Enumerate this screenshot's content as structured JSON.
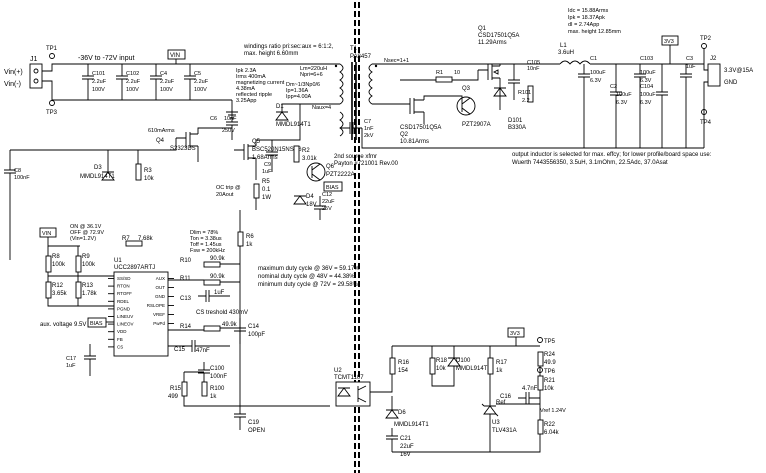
{
  "input": {
    "label": "-36V to -72V input",
    "vin_pos": "Vin(+)",
    "vin_neg": "Vin(-)",
    "j1": "J1",
    "tp1": "TP1",
    "tp3": "TP3"
  },
  "output": {
    "label": "3.3V@15A",
    "gnd": "GND",
    "j2": "J2",
    "tp2": "TP2",
    "tp4": "TP4"
  },
  "flags": {
    "vin": "VIN",
    "v3v3": "3V3",
    "bias": "BIAS"
  },
  "in_caps": [
    {
      "ref": "C101",
      "val": "2.2uF",
      "volt": "100V"
    },
    {
      "ref": "C102",
      "val": "2.2uF",
      "volt": "100V"
    },
    {
      "ref": "C4",
      "val": "2.2uF",
      "volt": "100V"
    },
    {
      "ref": "C5",
      "val": "2.2uF",
      "volt": "100V"
    }
  ],
  "transformer": {
    "ref": "T1",
    "part": "PA8457",
    "note1": "windings ratio pri:sec:aux = 6:1:2,",
    "note2": "max. height 6.60mm",
    "lm": "Lm=220uH",
    "npri": "Npri=6+6",
    "naux": "Naux=4",
    "nsec": "Nsec=1+1",
    "second": "2nd source xfmr",
    "payton": "Payton #721001 Rev.00",
    "rms": "Ip=1.36A",
    "mag": "Ipp=4.00A",
    "dm": "Dm~1/3Np0/6"
  },
  "notes_left": [
    "Ipk 2.3A",
    "Irms 400mA",
    "magnetizing current",
    "4.38mA",
    "reflected ripple",
    "3.25App"
  ],
  "q1": {
    "ref": "Q1",
    "part": "CSD17501Q5A",
    "amps": "11.29Arms"
  },
  "q2": {
    "ref": "Q2",
    "part": "CSD17501Q5A",
    "amps": "10.81Arms"
  },
  "q3": {
    "ref": "Q3",
    "part": "PZT2907A"
  },
  "q4": {
    "ref": "Q4",
    "part": "S2323DS",
    "amps": "610mArms"
  },
  "q5": {
    "ref": "Q5",
    "part": "BSC520N15NS3G",
    "amps": "1.68Arms"
  },
  "q6": {
    "ref": "Q6",
    "part": "PZT2222A"
  },
  "l1": {
    "ref": "L1",
    "val": "3.6uH"
  },
  "ind_specs": {
    "idc": "Idc = 15.88Arms",
    "ipk": "Ipk = 18.37Apk",
    "di": "dI = 2.74App",
    "h": "max. height 12.85mm"
  },
  "ind_note": {
    "l1": "output inductor is selected for max. effcy; for lower profile/board space use:",
    "l2": "Wuerth 7443556350,   3.5uH,   3.1mOhm,   22.5Adc,   37.0Asat"
  },
  "out_caps": [
    {
      "ref": "C1",
      "val": "100uF",
      "volt": "6.3V"
    },
    {
      "ref": "C2",
      "val": "100uF",
      "volt": "6.3V"
    },
    {
      "ref": "C103",
      "val": "100uF",
      "volt": "6.3V"
    },
    {
      "ref": "C104",
      "val": "100uF",
      "volt": "6.3V"
    },
    {
      "ref": "C3",
      "val": "1uF",
      "volt": ""
    }
  ],
  "c105": {
    "ref": "C105",
    "val": "10nF"
  },
  "c6": {
    "ref": "C6",
    "val": "10nF",
    "volt": "250V"
  },
  "c7": {
    "ref": "C7",
    "val": "1nF",
    "volt": "2kV"
  },
  "c8": {
    "ref": "C8",
    "val": "100nF"
  },
  "c9": {
    "ref": "C9",
    "val": "1uF"
  },
  "r1": {
    "ref": "R1",
    "val": "10"
  },
  "r101": {
    "ref": "R101",
    "val": "2.2"
  },
  "d101": {
    "ref": "D101",
    "part": "B330A"
  },
  "d1": {
    "ref": "D1",
    "part": "MMDL914T1"
  },
  "d3": {
    "ref": "D3",
    "part": "MMDL914T1"
  },
  "d4": {
    "ref": "D4",
    "val": "18V"
  },
  "r2": {
    "ref": "R2",
    "val": "3.01k"
  },
  "r3": {
    "ref": "R3",
    "val": "10k"
  },
  "r5": {
    "ref": "R5",
    "val": "0.1",
    "w": "1W"
  },
  "r6": {
    "ref": "R6",
    "val": "1k"
  },
  "r7": {
    "ref": "R7",
    "val": "7.68k"
  },
  "r8": {
    "ref": "R8",
    "val": "100k"
  },
  "r9": {
    "ref": "R9",
    "val": "100k"
  },
  "r10": {
    "ref": "R10",
    "val": "90.9k"
  },
  "r11": {
    "ref": "R11",
    "val": "90.9k"
  },
  "r12": {
    "ref": "R12",
    "val": "3.65k"
  },
  "r13": {
    "ref": "R13",
    "val": "1.78k"
  },
  "r14": {
    "ref": "R14",
    "val": "49.9k"
  },
  "r15": {
    "ref": "R15",
    "val": "499"
  },
  "r100": {
    "ref": "R100",
    "val": "1k"
  },
  "c12": {
    "ref": "C12",
    "val": "22uF",
    "volt": "25V"
  },
  "c13": {
    "ref": "C13",
    "val": "1uF"
  },
  "c14": {
    "ref": "C14",
    "val": "100pF"
  },
  "c15": {
    "ref": "C15",
    "val": "47nF"
  },
  "c17": {
    "ref": "C17",
    "val": "1uF"
  },
  "c19": {
    "ref": "C19",
    "val": "OPEN"
  },
  "c100": {
    "ref": "C100",
    "val": "100nF"
  },
  "oc": {
    "l1": "OC trip @",
    "l2": "20Aout"
  },
  "on_off": {
    "on": "ON  @ 36.1V",
    "off": "OFF @ 72.9V",
    "vin": "(Vin=1.2V)"
  },
  "u1": {
    "ref": "U1",
    "part": "UCC2897ARTJ",
    "pins_l": [
      "SS/SD",
      "RTON",
      "RTOFF",
      "RDEL",
      "PGND",
      "LINEUV",
      "LINEOV",
      "VDD",
      "FB",
      "CS"
    ],
    "pins_r": [
      "AUX",
      "OUT",
      "GND",
      "RSLOPE",
      "VREF",
      "PwPd"
    ]
  },
  "dim": {
    "l1": "Dlim = 78%",
    "l2": "Ton = 3.38us",
    "l3": "Toff = 1.45us",
    "l4": "Fsw = 200kHz"
  },
  "duty": {
    "l1": "maximum duty cycle @ 36V = 59.17%",
    "l2": "nominal duty cycle @ 48V = 44.38%",
    "l3": "minimum duty cycle @ 72V = 29.58%"
  },
  "cs_thr": "CS treshold 430mV",
  "aux_v": "aux. voltage 9.5V",
  "u2": {
    "ref": "U2",
    "part": "TCMT1107"
  },
  "u3": {
    "ref": "U3",
    "part": "TLV431A",
    "pin": "Ref",
    "vref": "Vref 1.24V"
  },
  "r16": {
    "ref": "R16",
    "val": "154"
  },
  "r17": {
    "ref": "R17",
    "val": "1k"
  },
  "r18": {
    "ref": "R18",
    "val": "10k"
  },
  "r21": {
    "ref": "R21",
    "val": "10k"
  },
  "r22": {
    "ref": "R22",
    "val": "6.04k"
  },
  "r24": {
    "ref": "R24",
    "val": "49.9"
  },
  "c16": {
    "ref": "C16",
    "val": "4.7nF"
  },
  "c21": {
    "ref": "C21",
    "val": "22uF",
    "volt": "16V"
  },
  "d100": {
    "ref": "D100",
    "part": "MMDL914T1"
  },
  "d6": {
    "ref": "D6",
    "part": "MMDL914T1"
  },
  "tp5": "TP5",
  "tp6": "TP6"
}
